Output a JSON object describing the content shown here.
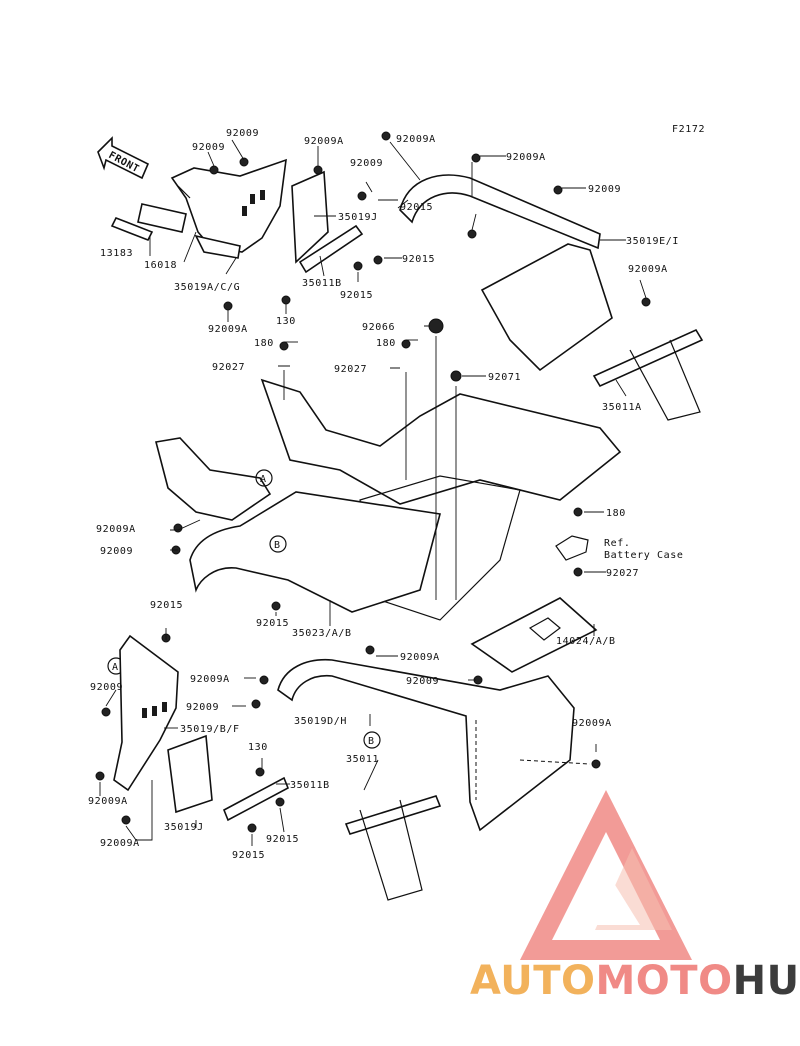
{
  "figure": {
    "code": "F2172",
    "front_label": "FRONT"
  },
  "parts": {
    "p_92009_top": "92009",
    "p_92009_top2": "92009",
    "p_92009A_top": "92009A",
    "p_92009A_top2": "92009A",
    "p_92009A_top3": "92009A",
    "p_92009_top3": "92009",
    "p_92009_rt": "92009",
    "p_92015_top": "92015",
    "p_35019EI": "35019E/I",
    "p_92009A_rt": "92009A",
    "p_35019J_top": "35019J",
    "p_35011B_top": "35011B",
    "p_92015_mid": "92015",
    "p_92015_mid2": "92015",
    "p_13183": "13183",
    "p_16018": "16018",
    "p_35019ACG": "35019A/C/G",
    "p_92009A_l1": "92009A",
    "p_130_top": "130",
    "p_92066": "92066",
    "p_180_a": "180",
    "p_180_b": "180",
    "p_92027_a": "92027",
    "p_92027_b": "92027",
    "p_92071": "92071",
    "p_35011A": "35011A",
    "p_92009A_l2": "92009A",
    "p_92009_l2": "92009",
    "p_180_c": "180",
    "p_ref1": "Ref.",
    "p_ref2": "Battery Case",
    "p_92027_c": "92027",
    "p_92015_l3": "92015",
    "p_92015_c": "92015",
    "p_35023AB": "35023/A/B",
    "p_14024AB": "14024/A/B",
    "p_92009A_b1": "92009A",
    "p_92009A_b2": "92009A",
    "p_92009_b1": "92009",
    "p_92009_b2": "92009",
    "p_92009_b3": "92009",
    "p_35019BF": "35019/B/F",
    "p_35019DH": "35019D/H",
    "p_92009A_b3": "92009A",
    "p_130_b": "130",
    "p_35011": "35011",
    "p_35011B_b": "35011B",
    "p_92009A_b4": "92009A",
    "p_35019J_b": "35019J",
    "p_92009A_b5": "92009A",
    "p_92015_b1": "92015",
    "p_92015_b2": "92015"
  },
  "refs": {
    "A": "A",
    "B": "B"
  },
  "watermark": {
    "part1": "AUTO",
    "part2": "MOTO",
    "part3": "HUB",
    "color_orange": "#f2b25c",
    "color_red": "#f08a86",
    "color_dark": "#3c3c3c"
  }
}
